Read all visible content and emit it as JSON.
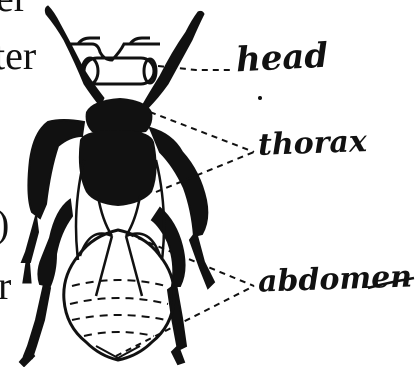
{
  "labels": {
    "head": "head",
    "thorax": "thorax",
    "abdomen": "abdomen"
  },
  "cropped_text": {
    "line1": "er",
    "line2": "ter",
    "line3": ")",
    "line4": "r"
  },
  "colors": {
    "ink": "#111111",
    "background": "#ffffff"
  }
}
